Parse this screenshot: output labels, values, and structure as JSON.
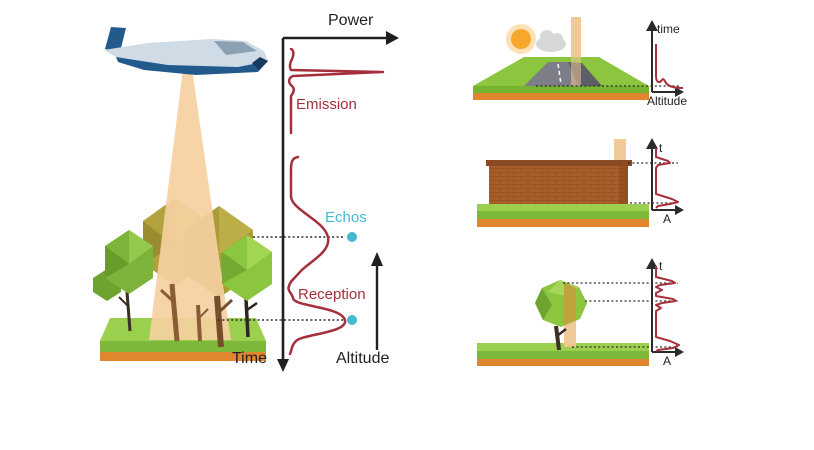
{
  "colors": {
    "signal_red": "#a5303c",
    "echo_cyan": "#45b9cf",
    "axis_black": "#231f20",
    "beam_tan": "#f5d0a0",
    "grass_green": "#8cc63f",
    "soil_orange": "#e0862e",
    "brick_brown": "#a85d2a"
  },
  "main_panel": {
    "power_label": "Power",
    "emission_label": "Emission",
    "echos_label": "Echos",
    "reception_label": "Reception",
    "time_label": "Time",
    "altitude_label": "Altitude"
  },
  "mini_panels": [
    {
      "name": "road-scene",
      "y_axis_label": "time",
      "x_axis_label": "Altitude"
    },
    {
      "name": "building-scene",
      "y_axis_label": "t",
      "x_axis_label": "A"
    },
    {
      "name": "tree-scene",
      "y_axis_label": "t",
      "x_axis_label": "A"
    }
  ]
}
